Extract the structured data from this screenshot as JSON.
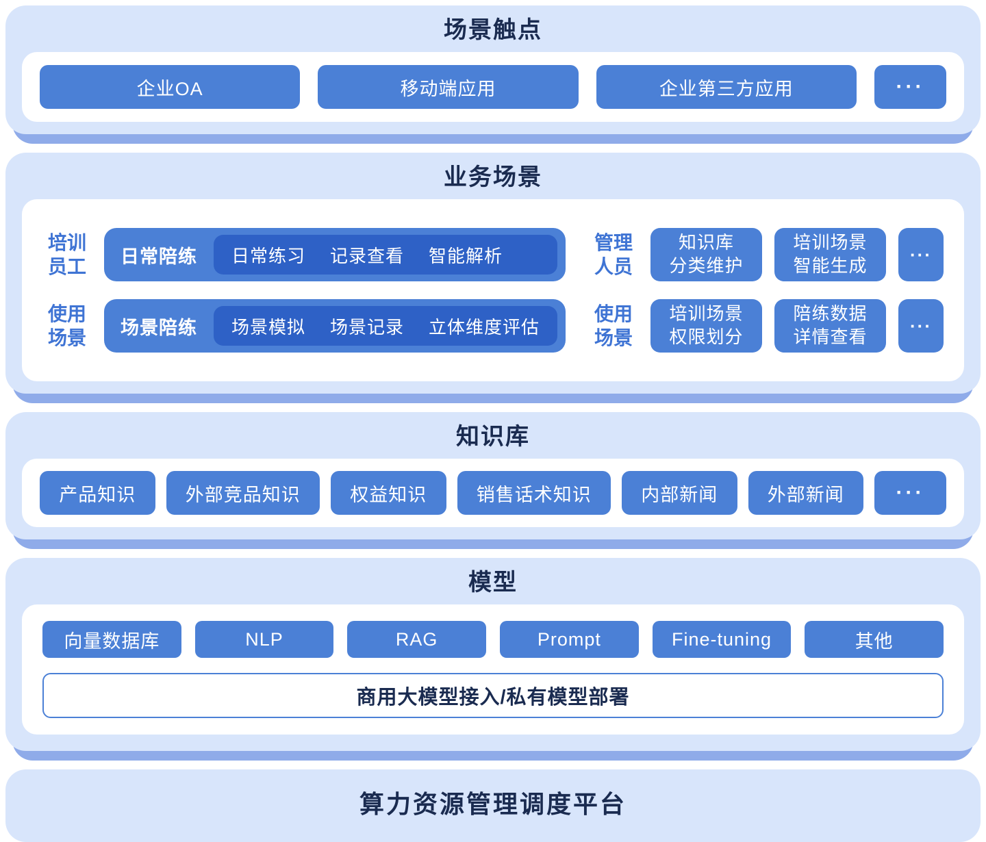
{
  "colors": {
    "panel": "#d8e5fb",
    "panel_shadow": "#8fabe9",
    "button": "#4b80d6",
    "pill_dark": "#2e61c6",
    "title_text": "#1a2b50",
    "label_text": "#3f74d4"
  },
  "layers": {
    "touchpoints": {
      "title": "场景触点",
      "buttons": [
        "企业OA",
        "移动端应用",
        "企业第三方应用"
      ],
      "more": "···"
    },
    "business": {
      "title": "业务场景",
      "employee": {
        "label_top": "培训\n员工",
        "label_bottom": "使用\n场景",
        "rows": [
          {
            "name": "日常陪练",
            "items": [
              "日常练习",
              "记录查看",
              "智能解析"
            ]
          },
          {
            "name": "场景陪练",
            "items": [
              "场景模拟",
              "场景记录",
              "立体维度评估"
            ]
          }
        ]
      },
      "manager": {
        "label_top": "管理\n人员",
        "label_bottom": "使用\n场景",
        "rows": [
          {
            "buttons": [
              "知识库\n分类维护",
              "培训场景\n智能生成"
            ],
            "more": "···"
          },
          {
            "buttons": [
              "培训场景\n权限划分",
              "陪练数据\n详情查看"
            ],
            "more": "···"
          }
        ]
      }
    },
    "knowledge": {
      "title": "知识库",
      "buttons": [
        "产品知识",
        "外部竞品知识",
        "权益知识",
        "销售话术知识",
        "内部新闻",
        "外部新闻"
      ],
      "more": "···"
    },
    "model": {
      "title": "模型",
      "buttons": [
        "向量数据库",
        "NLP",
        "RAG",
        "Prompt",
        "Fine-tuning",
        "其他"
      ],
      "bar": "商用大模型接入/私有模型部署"
    },
    "platform": {
      "title": "算力资源管理调度平台"
    }
  }
}
